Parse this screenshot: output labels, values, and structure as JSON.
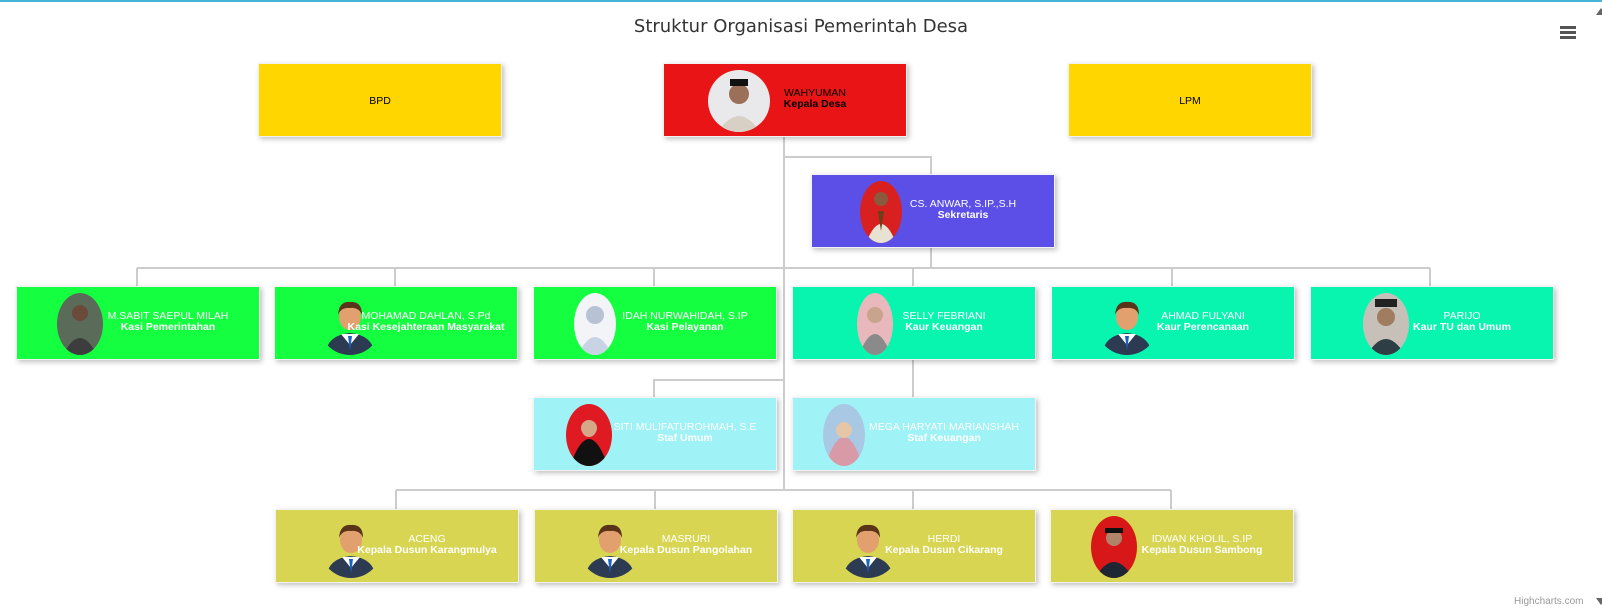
{
  "title": "Struktur Organisasi Pemerintah Desa",
  "credit": "Highcharts.com",
  "colors": {
    "gold": "#ffd600",
    "red": "#e81416",
    "blue": "#5b4fe8",
    "green": "#14ff3f",
    "teal": "#08f5b0",
    "lightcyan": "#9ff2f5",
    "olive": "#d7d552",
    "link": "#cccccc"
  },
  "nodes": [
    {
      "id": "bpd",
      "name": "BPD",
      "role": "",
      "color": "gold",
      "photo": "none"
    },
    {
      "id": "kades",
      "name": "WAHYUMAN",
      "role": "Kepala Desa",
      "color": "red",
      "photo": "person-photo"
    },
    {
      "id": "lpm",
      "name": "LPM",
      "role": "",
      "color": "gold",
      "photo": "none"
    },
    {
      "id": "sekdes",
      "name": "CS. ANWAR, S.IP.,S.H",
      "role": "Sekretaris",
      "color": "blue",
      "photo": "person-photo"
    },
    {
      "id": "kasi1",
      "name": "M.SABIT SAEPUL MILAH",
      "role": "Kasi Pemerintahan",
      "color": "green",
      "photo": "person-photo"
    },
    {
      "id": "kasi2",
      "name": "MOHAMAD DAHLAN, S.Pd",
      "role": "Kasi Kesejahteraan Masyarakat",
      "color": "green",
      "photo": "avatar-icon"
    },
    {
      "id": "kasi3",
      "name": "IDAH NURWAHIDAH, S.IP",
      "role": "Kasi Pelayanan",
      "color": "green",
      "photo": "person-photo"
    },
    {
      "id": "kaur1",
      "name": "SELLY FEBRIANI",
      "role": "Kaur Keuangan",
      "color": "teal",
      "photo": "person-photo"
    },
    {
      "id": "kaur2",
      "name": "AHMAD FULYANI",
      "role": "Kaur Perencanaan",
      "color": "teal",
      "photo": "avatar-icon"
    },
    {
      "id": "kaur3",
      "name": "PARIJO",
      "role": "Kaur TU dan Umum",
      "color": "teal",
      "photo": "person-photo"
    },
    {
      "id": "staf1",
      "name": "SITI MULIFATUROHMAH, S.E",
      "role": "Staf Umum",
      "color": "lightcyan",
      "photo": "person-photo"
    },
    {
      "id": "staf2",
      "name": "MEGA HARYATI MARIANSHAH",
      "role": "Staf Keuangan",
      "color": "lightcyan",
      "photo": "person-photo"
    },
    {
      "id": "kadus1",
      "name": "ACENG",
      "role": "Kepala Dusun Karangmulya",
      "color": "olive",
      "photo": "avatar-icon"
    },
    {
      "id": "kadus2",
      "name": "MASRURI",
      "role": "Kepala Dusun Pangolahan",
      "color": "olive",
      "photo": "avatar-icon"
    },
    {
      "id": "kadus3",
      "name": "HERDI",
      "role": "Kepala Dusun Cikarang",
      "color": "olive",
      "photo": "avatar-icon"
    },
    {
      "id": "kadus4",
      "name": "IDWAN KHOLIL, S.IP",
      "role": "Kepala Dusun Sambong",
      "color": "olive",
      "photo": "person-photo"
    }
  ]
}
